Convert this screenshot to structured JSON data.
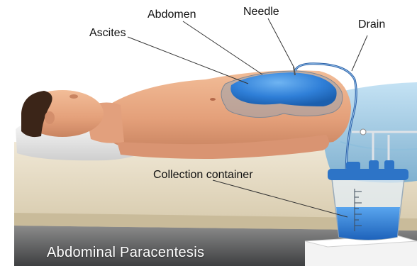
{
  "labels": {
    "abdomen": "Abdomen",
    "needle": "Needle",
    "ascites": "Ascites",
    "drain": "Drain",
    "collection_container": "Collection container"
  },
  "caption": "Abdominal Paracentesis",
  "colors": {
    "ascites_fluid": "#2f7fd8",
    "skin": "#e9a882",
    "sheet": "#aed3ea",
    "mattress": "#e7dcc4",
    "floor": "#57585a",
    "hair": "#3b2518"
  }
}
